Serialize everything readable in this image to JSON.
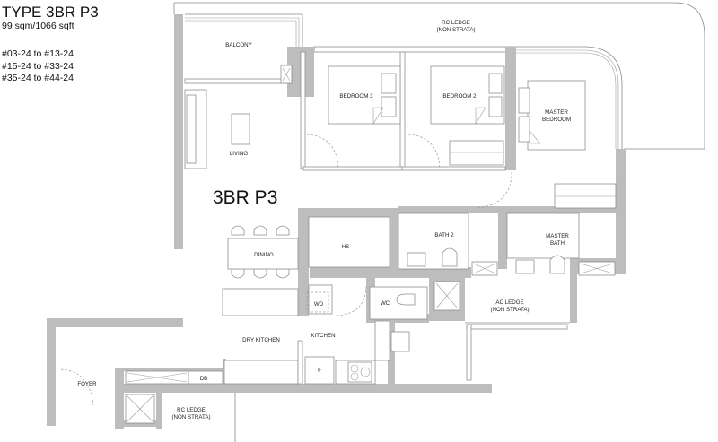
{
  "header": {
    "type_title": "TYPE 3BR P3",
    "area": "99 sqm/1066 sqft",
    "unit_ranges": [
      "#03-24 to #13-24",
      "#15-24 to #33-24",
      "#35-24 to #44-24"
    ]
  },
  "plan": {
    "unit_label": "3BR P3",
    "rooms": {
      "balcony": "BALCONY",
      "living": "LIVING",
      "bedroom3": "BEDROOM 3",
      "bedroom2": "BEDROOM 2",
      "master_bedroom_line1": "MASTER",
      "master_bedroom_line2": "BEDROOM",
      "dining": "DINING",
      "hs": "HS",
      "bath2": "BATH 2",
      "master_bath_line1": "MASTER",
      "master_bath_line2": "BATH",
      "wd": "WD",
      "wc": "WC",
      "ac_ledge_line1": "AC LEDGE",
      "ac_ledge_line2": "(NON STRATA)",
      "dry_kitchen": "DRY KITCHEN",
      "kitchen": "KITCHEN",
      "fridge": "F",
      "db": "DB",
      "foyer": "FOYER",
      "rc_ledge_top_line1": "RC LEDGE",
      "rc_ledge_top_line2": "(NON STRATA)",
      "rc_ledge_bottom_line1": "RC LEDGE",
      "rc_ledge_bottom_line2": "(NON STRATA)"
    },
    "colors": {
      "wall": "#bdbdbd",
      "line": "#8a8a8a",
      "background": "#ffffff"
    }
  }
}
